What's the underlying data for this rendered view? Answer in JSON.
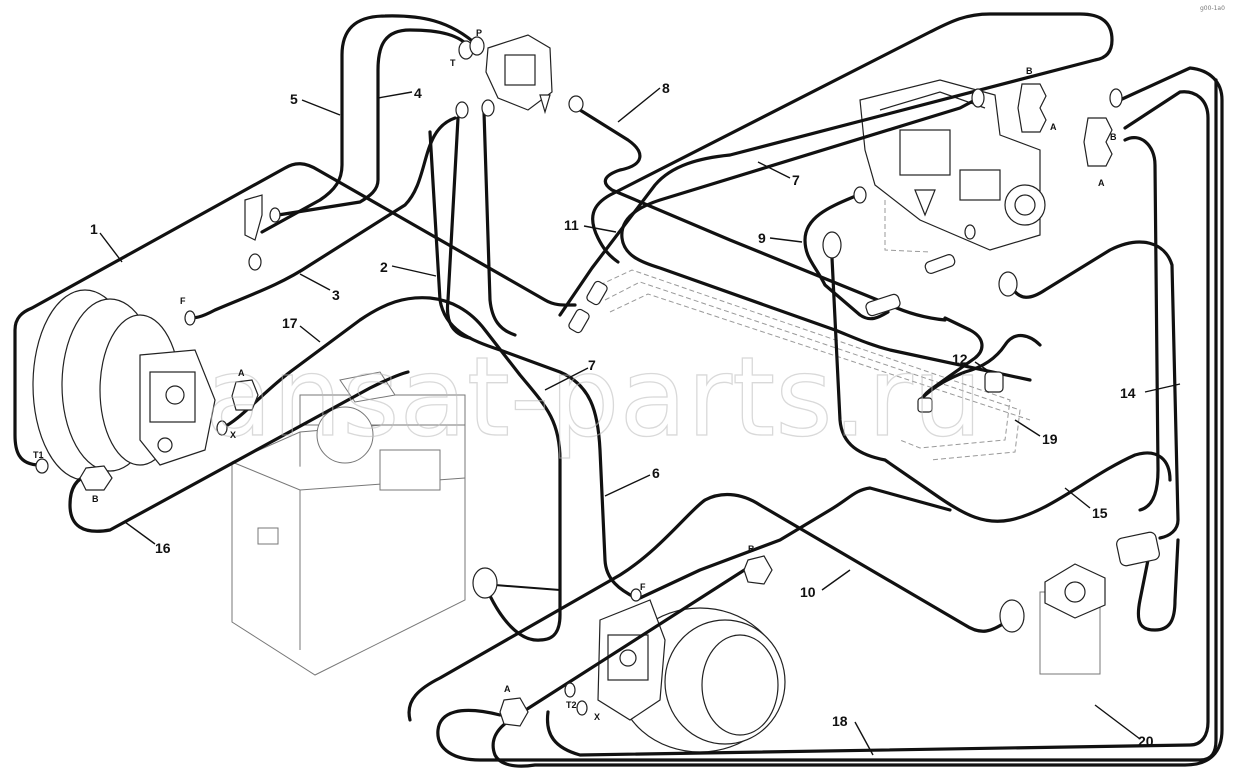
{
  "watermark": "ansat-parts.ru",
  "corner_code": "g00-1a0",
  "callouts": {
    "c1": "1",
    "c2": "2",
    "c3": "3",
    "c4": "4",
    "c5": "5",
    "c6": "6",
    "c7a": "7",
    "c7b": "7",
    "c8": "8",
    "c9": "9",
    "c10": "10",
    "c11": "11",
    "c12": "12",
    "c14": "14",
    "c15": "15",
    "c16": "16",
    "c17": "17",
    "c18": "18",
    "c19": "19",
    "c20": "20"
  },
  "ports": {
    "p": "P",
    "t": "T",
    "b_right_1": "B",
    "a_right_1": "A",
    "b_right_2": "B",
    "a_right_2": "A",
    "f_left": "F",
    "a_left": "A",
    "x_left": "X",
    "t1": "T1",
    "b_left": "B",
    "f_right": "F",
    "b_center": "B",
    "a_bottom": "A",
    "t2": "T2",
    "x_bottom": "X"
  }
}
